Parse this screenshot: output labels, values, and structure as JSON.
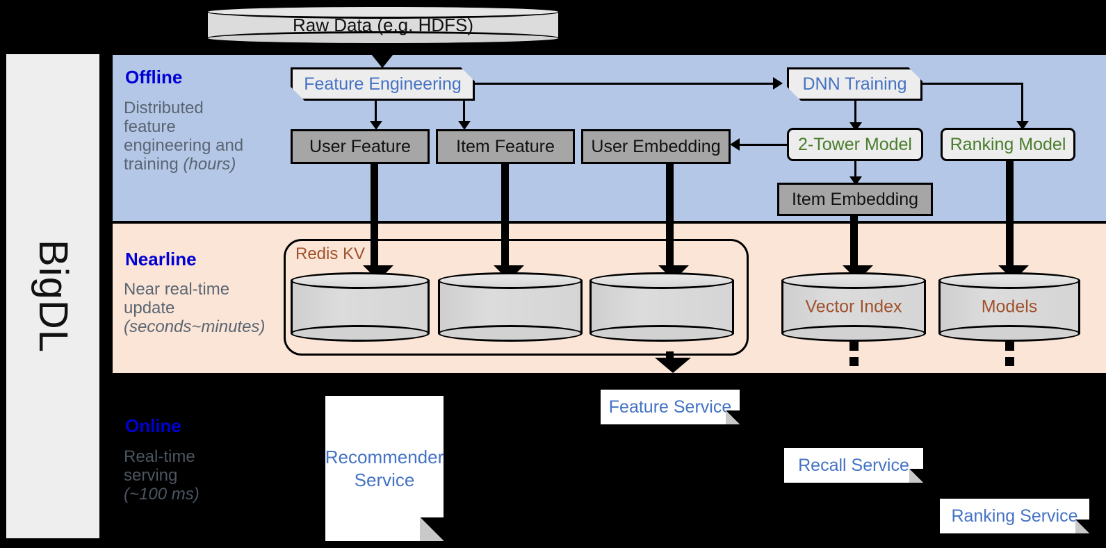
{
  "framework": {
    "name": "BigDL"
  },
  "source": {
    "label": "Raw Data (e.g. HDFS)"
  },
  "lanes": [
    {
      "id": "offline",
      "title": "Offline",
      "subtitle_line1": "Distributed",
      "subtitle_line2": "feature",
      "subtitle_line3": "engineering and",
      "subtitle_line4": "training ",
      "subtitle_italic": "(hours)",
      "band_color": "#b4c7e7"
    },
    {
      "id": "nearline",
      "title": "Nearline",
      "subtitle_line1": "Near real-time",
      "subtitle_line2": "update",
      "subtitle_italic": "(seconds~minutes)",
      "band_color": "#fae5d7"
    },
    {
      "id": "online",
      "title": "Online",
      "subtitle_line1": "Real-time",
      "subtitle_line2": "serving",
      "subtitle_italic": "(~100 ms)",
      "band_color": "#000000"
    }
  ],
  "offline": {
    "feature_engineering": "Feature Engineering",
    "dnn_training": "DNN Training",
    "user_feature": "User Feature",
    "item_feature": "Item Feature",
    "user_embedding": "User Embedding",
    "two_tower_model": "2-Tower Model",
    "ranking_model": "Ranking Model",
    "item_embedding": "Item Embedding"
  },
  "nearline": {
    "redis_group": "Redis KV",
    "store_user_feature": "",
    "store_item_feature": "",
    "store_user_embedding": "",
    "vector_index": "Vector Index",
    "models": "Models"
  },
  "online": {
    "recommender_service": "Recommender\nService",
    "recommender_service_l1": "Recommender",
    "recommender_service_l2": "Service",
    "feature_service": "Feature Service",
    "recall_service": "Recall Service",
    "ranking_service": "Ranking Service"
  },
  "colors": {
    "lane_title": "#0000d4",
    "lane_subtitle": "#5a6572",
    "blue_node_text": "#4472c4",
    "green_node_text": "#4a7d2c",
    "brown_node_text": "#a0522d",
    "gray_node_fill": "#a6a6a6",
    "light_node_fill": "#ededed",
    "offline_band": "#b4c7e7",
    "nearline_band": "#fae5d7",
    "online_band": "#000000",
    "rail_fill": "#eeeeee"
  }
}
